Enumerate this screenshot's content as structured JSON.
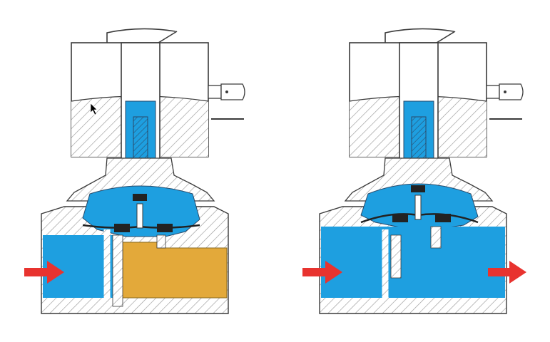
{
  "diagram": {
    "panels": [
      {
        "id": "closed",
        "state": "closed",
        "outlet_flow": false
      },
      {
        "id": "open",
        "state": "open",
        "outlet_flow": true
      }
    ],
    "colors": {
      "background": "#ffffff",
      "metal_hatch": "#9a9a9a",
      "coil_fill": "#ffffff",
      "outline": "#3a3a3a",
      "fluid_pressurized": "#1e9fe0",
      "fluid_idle": "#e3a93a",
      "seal": "#222222",
      "flow_arrow": "#e8332f"
    },
    "icons": [
      "flow-arrow-icon",
      "mouse-cursor-icon",
      "electrical-connector-icon"
    ]
  }
}
